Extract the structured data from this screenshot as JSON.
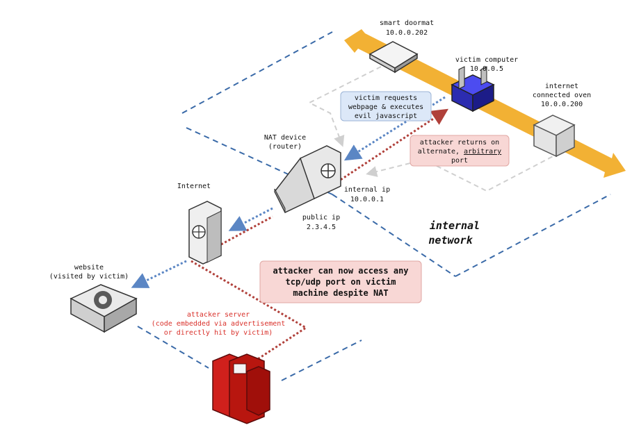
{
  "nodes": {
    "smart_doormat": {
      "name": "smart doormat",
      "ip": "10.0.0.202"
    },
    "victim_computer": {
      "name": "victim computer",
      "ip": "10.0.0.5"
    },
    "oven": {
      "name_line1": "internet",
      "name_line2": "connected oven",
      "ip": "10.0.0.200"
    },
    "nat": {
      "name": "NAT device",
      "sub": "(router)"
    },
    "internal_ip": {
      "label": "internal ip",
      "ip": "10.0.0.1"
    },
    "public_ip": {
      "label": "public ip",
      "ip": "2.3.4.5"
    },
    "internet": {
      "name": "Internet"
    },
    "website": {
      "name": "website",
      "sub": "(visited by victim)"
    },
    "attacker_server": {
      "line1": "attacker server",
      "line2": "(code embedded via advertisement",
      "line3": "or directly hit by victim)"
    }
  },
  "callouts": {
    "victim_requests": {
      "line1": "victim requests",
      "line2": "webpage & executes",
      "line3": "evil javascript"
    },
    "attacker_returns": {
      "line1": "attacker returns on",
      "line2_prefix": "alternate, ",
      "line2_underlined": "arbitrary",
      "line3": "port"
    },
    "attacker_access": {
      "line1": "attacker can now access any",
      "line2": "tcp/udp port on victim",
      "line3": "machine despite NAT"
    }
  },
  "region": {
    "line1": "internal",
    "line2": "network"
  },
  "colors": {
    "blue_dash": "#3a6aa8",
    "blue_dot": "#5b86c4",
    "red_dot": "#b0403a",
    "gray_dash": "#cfcfcf",
    "lan_band": "#f2b134",
    "callout_blue_bg": "#dce8f8",
    "callout_red_bg": "#f8d7d5",
    "server_red": "#d0201c"
  }
}
